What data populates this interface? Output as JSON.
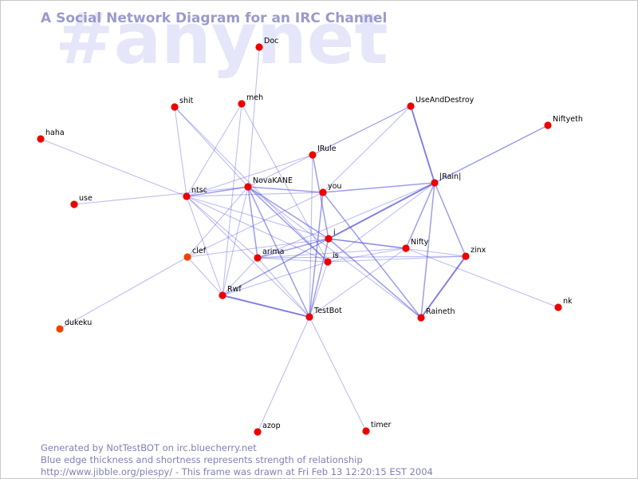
{
  "watermark": "#anynet",
  "title": "A Social Network Diagram for an IRC Channel",
  "footer": {
    "line1": "Generated by NotTestBOT on irc.bluecherry.net",
    "line2": "Blue edge thickness and shortness represents strength of relationship",
    "line3": "http://www.jibble.org/piespy/ - This frame was drawn at Fri Feb 13 12:20:15 EST 2004"
  },
  "colors": {
    "edge": "#5050e0",
    "node": "#ee0000",
    "node_faded": "#ee4400",
    "label": "#000000"
  },
  "nodes": [
    {
      "id": "Doc",
      "label": "Doc"
    },
    {
      "id": "shit",
      "label": "shit"
    },
    {
      "id": "meh",
      "label": "meh"
    },
    {
      "id": "UseAndDestroy",
      "label": "UseAndDestroy"
    },
    {
      "id": "Niftyeth",
      "label": "Niftyeth"
    },
    {
      "id": "haha",
      "label": "haha"
    },
    {
      "id": "IRule",
      "label": "IRule"
    },
    {
      "id": "Rain",
      "label": "|Rain|"
    },
    {
      "id": "NovaKANE",
      "label": "NovaKANE"
    },
    {
      "id": "you",
      "label": "you"
    },
    {
      "id": "ntsc",
      "label": "ntsc"
    },
    {
      "id": "use",
      "label": "use"
    },
    {
      "id": "i",
      "label": "i"
    },
    {
      "id": "Nifty",
      "label": "Nifty"
    },
    {
      "id": "zinx",
      "label": "zinx"
    },
    {
      "id": "clef",
      "label": "clef",
      "faded": true
    },
    {
      "id": "arima",
      "label": "arima"
    },
    {
      "id": "is",
      "label": "is"
    },
    {
      "id": "Rwf",
      "label": "Rwf"
    },
    {
      "id": "nk",
      "label": "nk"
    },
    {
      "id": "TestBot",
      "label": "TestBot"
    },
    {
      "id": "Raineth",
      "label": "Raineth"
    },
    {
      "id": "dukeku",
      "label": "dukeku",
      "faded": true
    },
    {
      "id": "azop",
      "label": "azop"
    },
    {
      "id": "timer",
      "label": "timer"
    }
  ],
  "edges": [
    {
      "from": "Doc",
      "to": "NovaKANE",
      "strength": 1
    },
    {
      "from": "shit",
      "to": "ntsc",
      "strength": 1
    },
    {
      "from": "shit",
      "to": "NovaKANE",
      "strength": 1
    },
    {
      "from": "shit",
      "to": "is",
      "strength": 1
    },
    {
      "from": "meh",
      "to": "ntsc",
      "strength": 1
    },
    {
      "from": "meh",
      "to": "Rwf",
      "strength": 1
    },
    {
      "from": "meh",
      "to": "is",
      "strength": 1
    },
    {
      "from": "UseAndDestroy",
      "to": "Rain",
      "strength": 3
    },
    {
      "from": "UseAndDestroy",
      "to": "IRule",
      "strength": 1
    },
    {
      "from": "UseAndDestroy",
      "to": "you",
      "strength": 1
    },
    {
      "from": "UseAndDestroy",
      "to": "NovaKANE",
      "strength": 1
    },
    {
      "from": "Niftyeth",
      "to": "Rain",
      "strength": 2
    },
    {
      "from": "haha",
      "to": "ntsc",
      "strength": 1
    },
    {
      "from": "use",
      "to": "NovaKANE",
      "strength": 1
    },
    {
      "from": "IRule",
      "to": "i",
      "strength": 2
    },
    {
      "from": "IRule",
      "to": "TestBot",
      "strength": 1
    },
    {
      "from": "IRule",
      "to": "ntsc",
      "strength": 1
    },
    {
      "from": "Rain",
      "to": "i",
      "strength": 3
    },
    {
      "from": "Rain",
      "to": "you",
      "strength": 2
    },
    {
      "from": "Rain",
      "to": "Nifty",
      "strength": 2
    },
    {
      "from": "Rain",
      "to": "zinx",
      "strength": 2
    },
    {
      "from": "Rain",
      "to": "Raineth",
      "strength": 2
    },
    {
      "from": "Rain",
      "to": "arima",
      "strength": 1
    },
    {
      "from": "Rain",
      "to": "is",
      "strength": 1
    },
    {
      "from": "NovaKANE",
      "to": "you",
      "strength": 2
    },
    {
      "from": "NovaKANE",
      "to": "ntsc",
      "strength": 2
    },
    {
      "from": "NovaKANE",
      "to": "arima",
      "strength": 2
    },
    {
      "from": "NovaKANE",
      "to": "i",
      "strength": 2
    },
    {
      "from": "NovaKANE",
      "to": "is",
      "strength": 2
    },
    {
      "from": "NovaKANE",
      "to": "Rwf",
      "strength": 1
    },
    {
      "from": "NovaKANE",
      "to": "TestBot",
      "strength": 2
    },
    {
      "from": "NovaKANE",
      "to": "Raineth",
      "strength": 1
    },
    {
      "from": "NovaKANE",
      "to": "clef",
      "strength": 1
    },
    {
      "from": "you",
      "to": "Raineth",
      "strength": 2
    },
    {
      "from": "you",
      "to": "TestBot",
      "strength": 2
    },
    {
      "from": "you",
      "to": "clef",
      "strength": 1
    },
    {
      "from": "you",
      "to": "ntsc",
      "strength": 1
    },
    {
      "from": "ntsc",
      "to": "i",
      "strength": 1
    },
    {
      "from": "ntsc",
      "to": "is",
      "strength": 1
    },
    {
      "from": "ntsc",
      "to": "Rwf",
      "strength": 1
    },
    {
      "from": "ntsc",
      "to": "TestBot",
      "strength": 1
    },
    {
      "from": "ntsc",
      "to": "arima",
      "strength": 1
    },
    {
      "from": "i",
      "to": "arima",
      "strength": 2
    },
    {
      "from": "i",
      "to": "Nifty",
      "strength": 2
    },
    {
      "from": "i",
      "to": "Rwf",
      "strength": 2
    },
    {
      "from": "i",
      "to": "TestBot",
      "strength": 2
    },
    {
      "from": "i",
      "to": "Raineth",
      "strength": 2
    },
    {
      "from": "i",
      "to": "zinx",
      "strength": 1
    },
    {
      "from": "Nifty",
      "to": "arima",
      "strength": 1
    },
    {
      "from": "Nifty",
      "to": "is",
      "strength": 1
    },
    {
      "from": "Nifty",
      "to": "nk",
      "strength": 1
    },
    {
      "from": "Nifty",
      "to": "TestBot",
      "strength": 1
    },
    {
      "from": "zinx",
      "to": "Raineth",
      "strength": 3
    },
    {
      "from": "zinx",
      "to": "is",
      "strength": 1
    },
    {
      "from": "zinx",
      "to": "arima",
      "strength": 1
    },
    {
      "from": "arima",
      "to": "is",
      "strength": 1
    },
    {
      "from": "arima",
      "to": "TestBot",
      "strength": 1
    },
    {
      "from": "arima",
      "to": "Rwf",
      "strength": 1
    },
    {
      "from": "is",
      "to": "Rwf",
      "strength": 1
    },
    {
      "from": "is",
      "to": "TestBot",
      "strength": 1
    },
    {
      "from": "Rwf",
      "to": "TestBot",
      "strength": 3
    },
    {
      "from": "Rwf",
      "to": "clef",
      "strength": 1
    },
    {
      "from": "clef",
      "to": "dukeku",
      "strength": 1
    },
    {
      "from": "clef",
      "to": "i",
      "strength": 1
    },
    {
      "from": "TestBot",
      "to": "azop",
      "strength": 1
    },
    {
      "from": "TestBot",
      "to": "timer",
      "strength": 1
    }
  ]
}
